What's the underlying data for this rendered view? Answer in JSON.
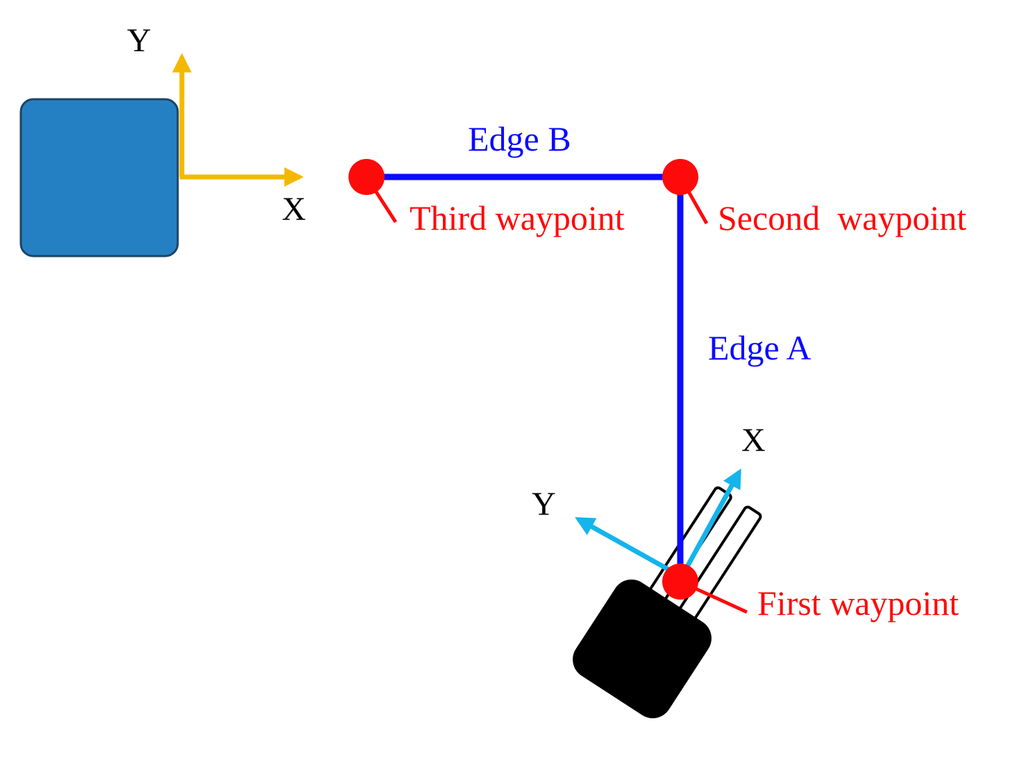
{
  "colors": {
    "frame_box": "#2580c3",
    "frame_box_border": "#1d4466",
    "global_axes": "#f5b800",
    "robot_axes": "#14b4ec",
    "edges": "#0a0aff",
    "waypoints": "#ff0a0a",
    "robot_body": "#000000",
    "text": "#000000"
  },
  "global_frame": {
    "x_label": "X",
    "y_label": "Y"
  },
  "robot_frame": {
    "x_label": "X",
    "y_label": "Y"
  },
  "edges": {
    "a": "Edge A",
    "b": "Edge B"
  },
  "waypoints": {
    "first": "First waypoint",
    "second": "Second  waypoint",
    "third": "Third waypoint"
  }
}
